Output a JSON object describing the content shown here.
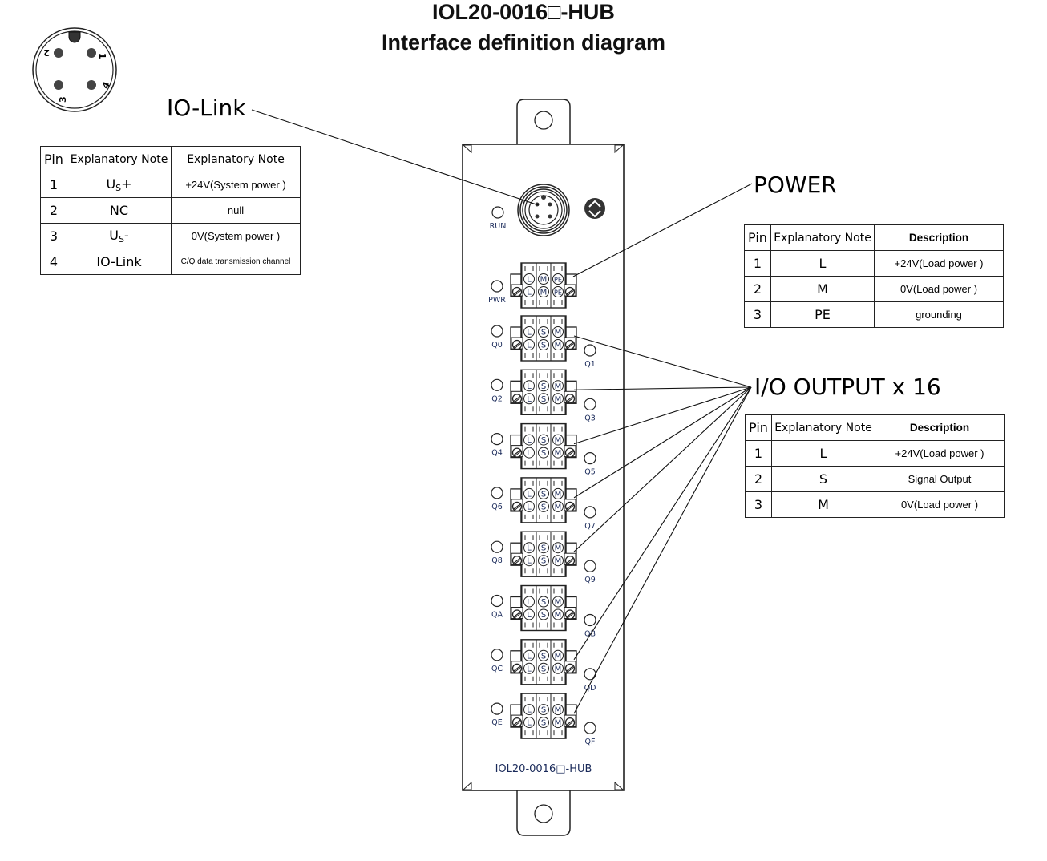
{
  "header": {
    "title_line1": "IOL20-0016□-HUB",
    "title_line2": "Interface definition diagram"
  },
  "connector_pinout": {
    "pins": [
      "1",
      "2",
      "3",
      "4"
    ]
  },
  "callouts": {
    "iolink": "IO-Link",
    "power": "POWER",
    "io_output": "I/O OUTPUT x 16"
  },
  "iolink_table": {
    "headers": [
      "Pin",
      "Explanatory Note",
      "Explanatory Note"
    ],
    "rows": [
      {
        "pin": "1",
        "note_main": "U",
        "note_sub": "S",
        "note_suffix": "+",
        "desc": "+24V(System power )"
      },
      {
        "pin": "2",
        "note_main": "NC",
        "note_sub": "",
        "note_suffix": "",
        "desc": "null"
      },
      {
        "pin": "3",
        "note_main": "U",
        "note_sub": "S",
        "note_suffix": "-",
        "desc": "0V(System power )"
      },
      {
        "pin": "4",
        "note_main": "IO-Link",
        "note_sub": "",
        "note_suffix": "",
        "desc": "C/Q data transmission channel"
      }
    ]
  },
  "power_table": {
    "headers": [
      "Pin",
      "Explanatory Note",
      "Description"
    ],
    "rows": [
      {
        "pin": "1",
        "note": "L",
        "desc": "+24V(Load power )"
      },
      {
        "pin": "2",
        "note": "M",
        "desc": "0V(Load power )"
      },
      {
        "pin": "3",
        "note": "PE",
        "desc": "grounding"
      }
    ]
  },
  "io_table": {
    "headers": [
      "Pin",
      "Explanatory Note",
      "Description"
    ],
    "rows": [
      {
        "pin": "1",
        "note": "L",
        "desc": "+24V(Load power )"
      },
      {
        "pin": "2",
        "note": "S",
        "desc": "Signal Output"
      },
      {
        "pin": "3",
        "note": "M",
        "desc": "0V(Load power )"
      }
    ]
  },
  "device": {
    "model_label": "IOL20-0016□-HUB",
    "run_led_label": "RUN",
    "pwr_led_label": "PWR",
    "power_terminal_pins": [
      "L",
      "M",
      "PE"
    ],
    "io_terminal_pins": [
      "L",
      "S",
      "M"
    ],
    "io_terminals": [
      {
        "left_led": "Q0",
        "right_led": "Q1",
        "leader": true
      },
      {
        "left_led": "Q2",
        "right_led": "Q3",
        "leader": true
      },
      {
        "left_led": "Q4",
        "right_led": "Q5",
        "leader": true
      },
      {
        "left_led": "Q6",
        "right_led": "Q7",
        "leader": true
      },
      {
        "left_led": "Q8",
        "right_led": "Q9",
        "leader": true
      },
      {
        "left_led": "QA",
        "right_led": "QB",
        "leader": false
      },
      {
        "left_led": "QC",
        "right_led": "QD",
        "leader": true
      },
      {
        "left_led": "QE",
        "right_led": "QF",
        "leader": true
      }
    ]
  }
}
